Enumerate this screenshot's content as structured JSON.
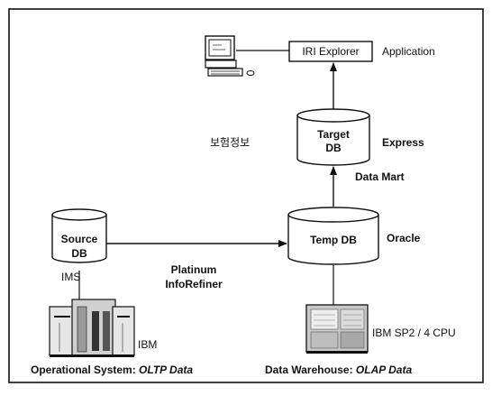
{
  "diagram": {
    "nodes": {
      "iri_explorer": "IRI Explorer",
      "application": "Application",
      "target_db_line1": "Target",
      "target_db_line2": "DB",
      "express": "Express",
      "korean_label": "보험정보",
      "data_mart": "Data Mart",
      "source_db_line1": "Source",
      "source_db_line2": "DB",
      "temp_db": "Temp DB",
      "oracle": "Oracle",
      "ims": "IMS",
      "platinum_line1": "Platinum",
      "platinum_line2": "InfoRefiner",
      "ibm": "IBM",
      "ibm_sp2": "IBM SP2 / 4 CPU"
    },
    "captions": {
      "operational_prefix": "Operational System:",
      "operational_suffix": "OLTP Data",
      "warehouse_prefix": "Data Warehouse:",
      "warehouse_suffix": "OLAP Data"
    },
    "icons": [
      "workstation-icon",
      "mainframe-icon",
      "ibm-sp2-server-icon"
    ]
  }
}
